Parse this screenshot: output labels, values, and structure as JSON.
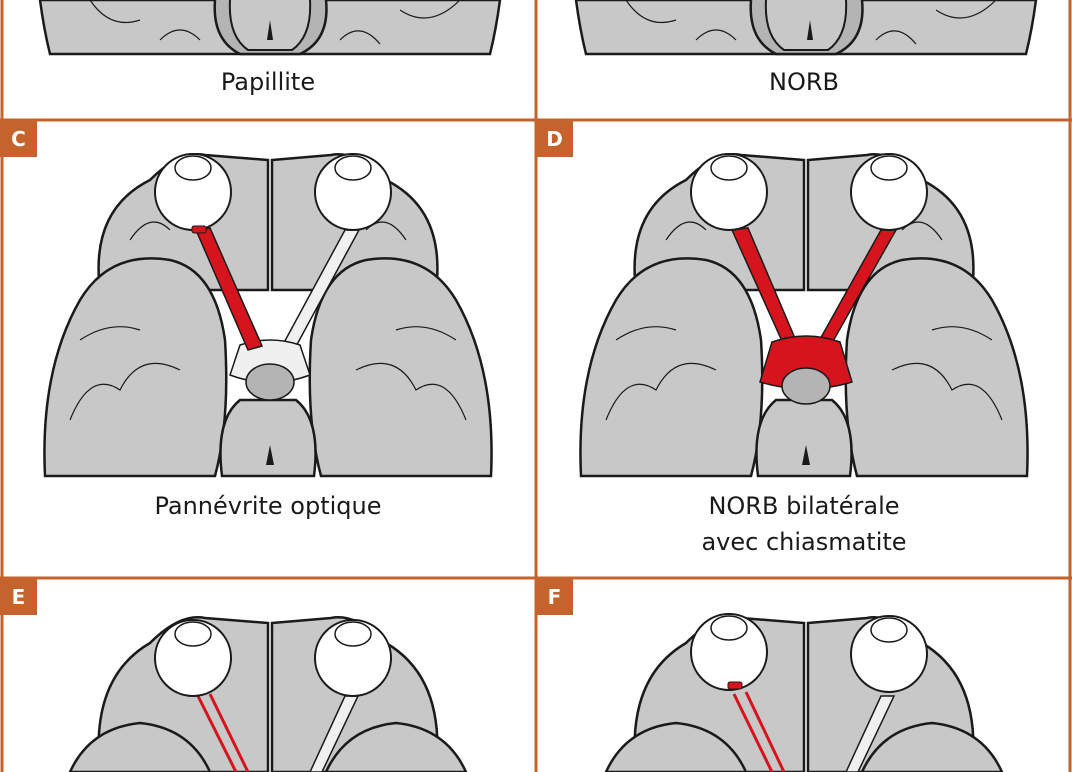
{
  "colors": {
    "frame": "#c4632b",
    "brain": "#c8c8c8",
    "brain_dark": "#b4b4b4",
    "stroke": "#1a1a1a",
    "nerve": "#f0f0f0",
    "inflamed": "#d6141e"
  },
  "panels": [
    {
      "id": "A",
      "badge": "",
      "caption_lines": [
        "Papillite"
      ]
    },
    {
      "id": "B",
      "badge": "",
      "caption_lines": [
        "NORB"
      ]
    },
    {
      "id": "C",
      "badge": "C",
      "caption_lines": [
        "Pannévrite optique"
      ]
    },
    {
      "id": "D",
      "badge": "D",
      "caption_lines": [
        "NORB bilatérale",
        "avec chiasmatite"
      ]
    },
    {
      "id": "E",
      "badge": "E",
      "caption_lines": []
    },
    {
      "id": "F",
      "badge": "F",
      "caption_lines": []
    }
  ]
}
